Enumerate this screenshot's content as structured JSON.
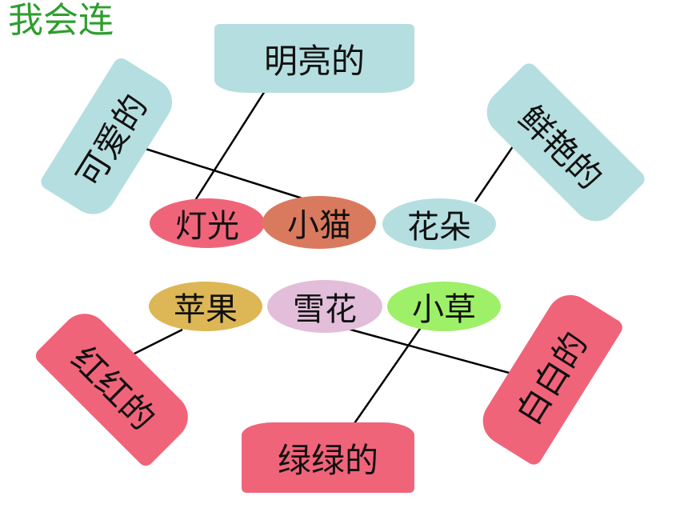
{
  "title": "我会连",
  "adjectives": {
    "top": "明亮的",
    "left": "可爱的",
    "right": "鲜艳的",
    "bottom_left": "红红的",
    "bottom": "绿绿的",
    "bottom_right": "白白的"
  },
  "nouns": {
    "dengguang": "灯光",
    "xiaomao": "小猫",
    "huaduo": "花朵",
    "pingguo": "苹果",
    "xuehua": "雪花",
    "xiaocao": "小草"
  },
  "colors": {
    "title": "#2f9e2f",
    "banner_blue": "#b5dee0",
    "banner_pink": "#f0647a",
    "oval_dengguang": "#f0647a",
    "oval_xiaomao": "#d97a5e",
    "oval_huaduo": "#b5dee0",
    "oval_pingguo": "#ddb756",
    "oval_xuehua": "#e2bedb",
    "oval_xiaocao": "#9ef068",
    "line": "#000000"
  },
  "connections": [
    {
      "from": "明亮的",
      "to": "灯光"
    },
    {
      "from": "可爱的",
      "to": "小猫"
    },
    {
      "from": "鲜艳的",
      "to": "花朵"
    },
    {
      "from": "红红的",
      "to": "苹果"
    },
    {
      "from": "绿绿的",
      "to": "小草"
    },
    {
      "from": "白白的",
      "to": "雪花"
    }
  ]
}
